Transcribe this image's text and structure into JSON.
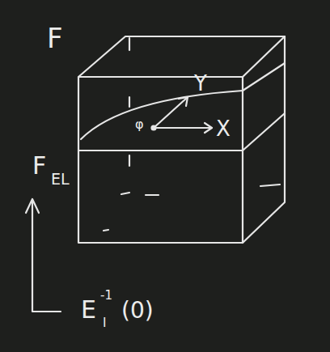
{
  "diagram": {
    "nodes": [
      {
        "text": [
          "F"
        ]
      },
      {
        "text": [
          "F",
          "EL"
        ],
        "in": 0
      }
    ],
    "labels": [
      "φ",
      "X",
      "Y",
      "E",
      "I",
      "-1",
      "(0)"
    ]
  }
}
